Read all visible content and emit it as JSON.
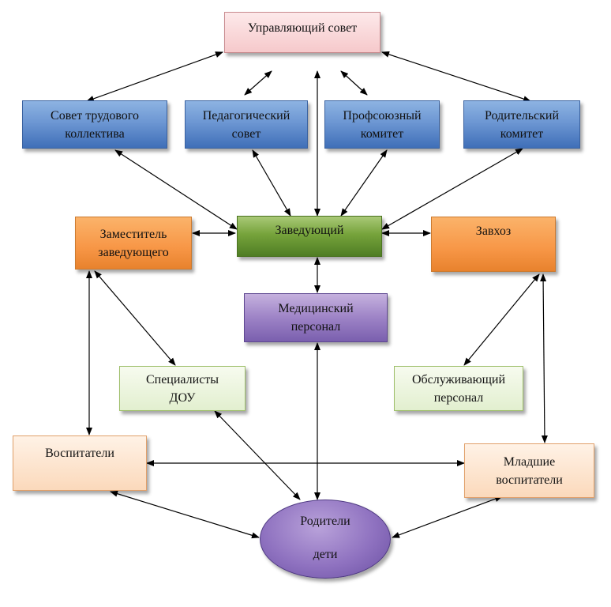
{
  "nodes": {
    "governing_council": "Управляющий совет",
    "labor_council": "Совет трудового\nколлектива",
    "pedagogical_council": "Педагогический\nсовет",
    "trade_union": "Профсоюзный\nкомитет",
    "parents_committee": "Родительский\nкомитет",
    "deputy_head": "Заместитель\nзаведующего",
    "head": "Заведующий",
    "supply_manager": "Завхоз",
    "medical_staff": "Медицинский\nперсонал",
    "specialists": "Специалисты\nДОУ",
    "service_staff": "Обслуживающий\nперсонал",
    "educators": "Воспитатели",
    "junior_educators": "Младшие\nвоспитатели",
    "parents_children_line1": "Родители",
    "parents_children_line2": "дети"
  },
  "colors": {
    "blue": "#4f81bd",
    "pink": "#f2c4c6",
    "dark_green": "#76923c",
    "orange": "#f79646",
    "purple": "#8064a2",
    "light_green": "#ebf1de",
    "peach": "#fde9d9",
    "arrow": "#000000"
  }
}
